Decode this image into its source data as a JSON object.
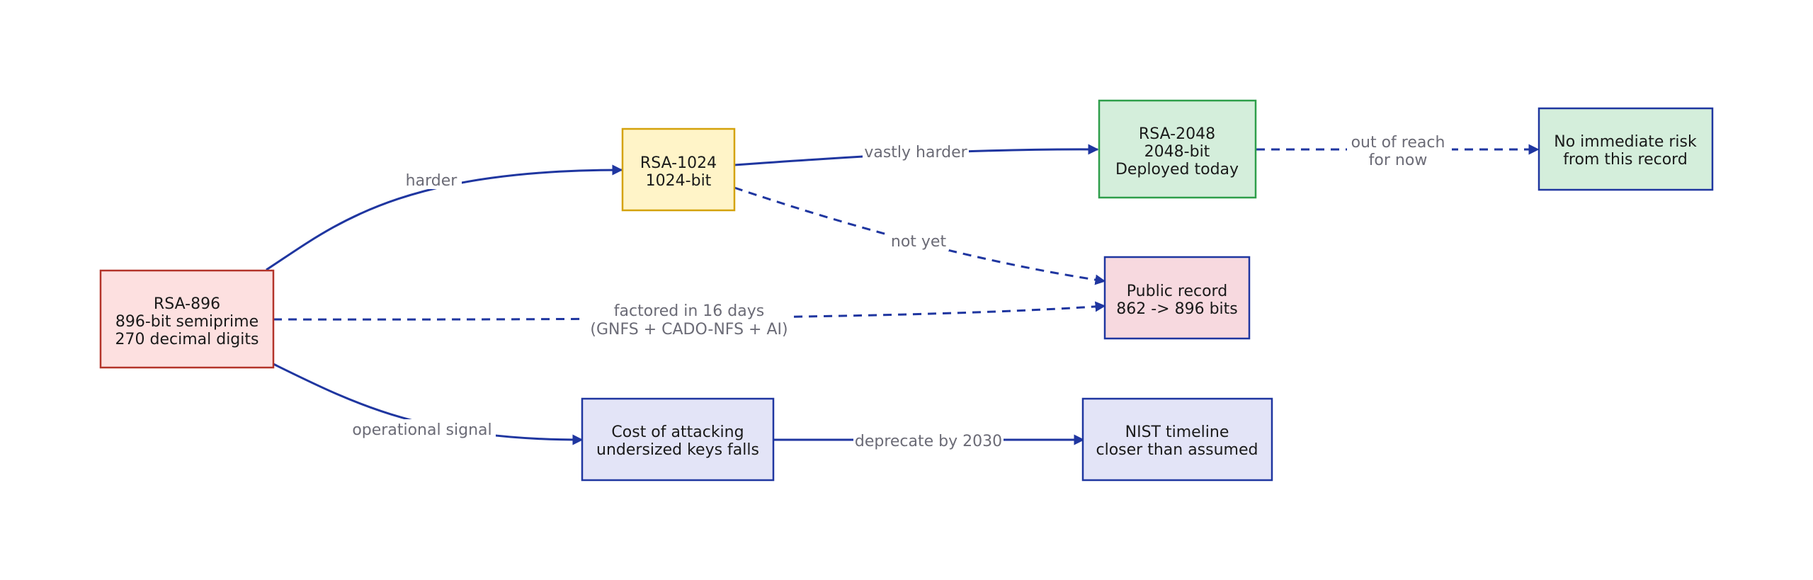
{
  "nodes": {
    "rsa896": {
      "lines": [
        "RSA-896",
        "896-bit semiprime",
        "270 decimal digits"
      ],
      "fill": "#fde0e0",
      "stroke": "#b3342a"
    },
    "rsa1024": {
      "lines": [
        "RSA-1024",
        "1024-bit"
      ],
      "fill": "#fff4c8",
      "stroke": "#d4a20b"
    },
    "rsa2048": {
      "lines": [
        "RSA-2048",
        "2048-bit",
        "Deployed today"
      ],
      "fill": "#d4eedb",
      "stroke": "#2e9e4a"
    },
    "no_risk": {
      "lines": [
        "No immediate risk",
        "from this record"
      ],
      "fill": "#d4eedb",
      "stroke": "#1f36a0"
    },
    "public_record": {
      "lines": [
        "Public record",
        "862 -> 896 bits"
      ],
      "fill": "#f7d9df",
      "stroke": "#1f36a0"
    },
    "cost": {
      "lines": [
        "Cost of attacking",
        "undersized keys falls"
      ],
      "fill": "#e3e4f7",
      "stroke": "#1f36a0"
    },
    "nist": {
      "lines": [
        "NIST timeline",
        "closer than assumed"
      ],
      "fill": "#e3e4f7",
      "stroke": "#1f36a0"
    }
  },
  "edges": {
    "harder": {
      "lines": [
        "harder"
      ]
    },
    "vastly_harder": {
      "lines": [
        "vastly harder"
      ]
    },
    "out_of_reach": {
      "lines": [
        "out of reach",
        "for now"
      ]
    },
    "not_yet": {
      "lines": [
        "not yet"
      ]
    },
    "factored": {
      "lines": [
        "factored in 16 days",
        "(GNFS + CADO-NFS + AI)"
      ]
    },
    "operational": {
      "lines": [
        "operational signal"
      ]
    },
    "deprecate": {
      "lines": [
        "deprecate by 2030"
      ]
    }
  },
  "colors": {
    "edge": "#1f36a0",
    "label": "#6b6b76",
    "text": "#1a1a1a"
  }
}
